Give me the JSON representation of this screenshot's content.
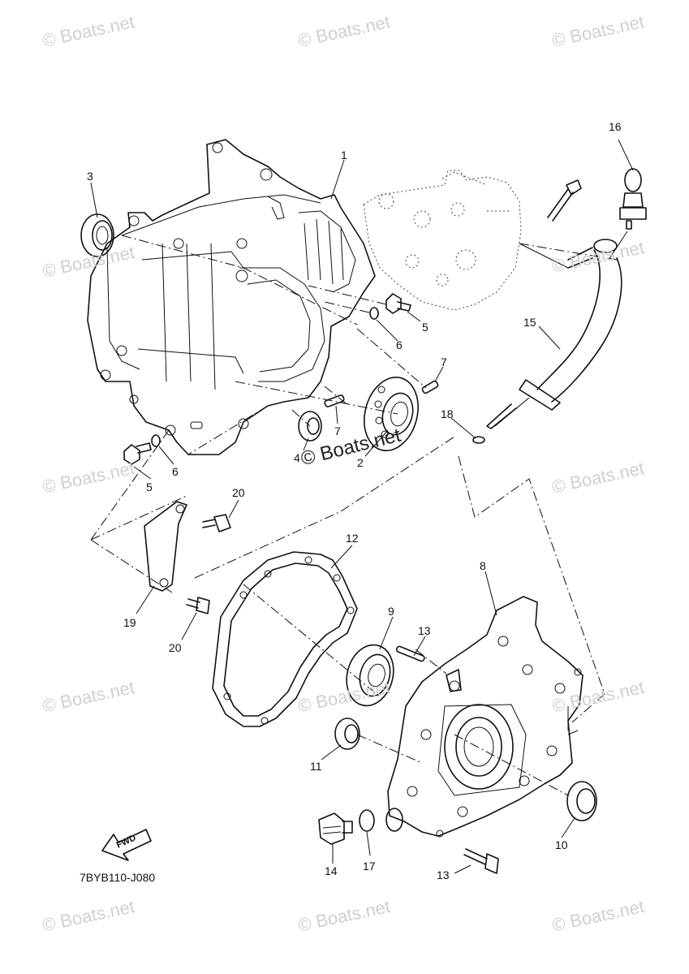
{
  "watermark": {
    "text": "© Boats.net"
  },
  "center_mark": "© Boats.net",
  "drawing_code": "7BYB110-J080",
  "fwd_label": "FWD",
  "callouts": [
    {
      "id": "c1",
      "label": "1"
    },
    {
      "id": "c3",
      "label": "3"
    },
    {
      "id": "c16",
      "label": "16"
    },
    {
      "id": "c5a",
      "label": "5"
    },
    {
      "id": "c6a",
      "label": "6"
    },
    {
      "id": "c15",
      "label": "15"
    },
    {
      "id": "c7a",
      "label": "7"
    },
    {
      "id": "c7b",
      "label": "7"
    },
    {
      "id": "c18",
      "label": "18"
    },
    {
      "id": "c4",
      "label": "4"
    },
    {
      "id": "c2",
      "label": "2"
    },
    {
      "id": "c6b",
      "label": "6"
    },
    {
      "id": "c5b",
      "label": "5"
    },
    {
      "id": "c20a",
      "label": "20"
    },
    {
      "id": "c12",
      "label": "12"
    },
    {
      "id": "c8",
      "label": "8"
    },
    {
      "id": "c19",
      "label": "19"
    },
    {
      "id": "c9",
      "label": "9"
    },
    {
      "id": "c13a",
      "label": "13"
    },
    {
      "id": "c20b",
      "label": "20"
    },
    {
      "id": "c11",
      "label": "11"
    },
    {
      "id": "c10",
      "label": "10"
    },
    {
      "id": "c14",
      "label": "14"
    },
    {
      "id": "c17",
      "label": "17"
    },
    {
      "id": "c13b",
      "label": "13"
    }
  ]
}
